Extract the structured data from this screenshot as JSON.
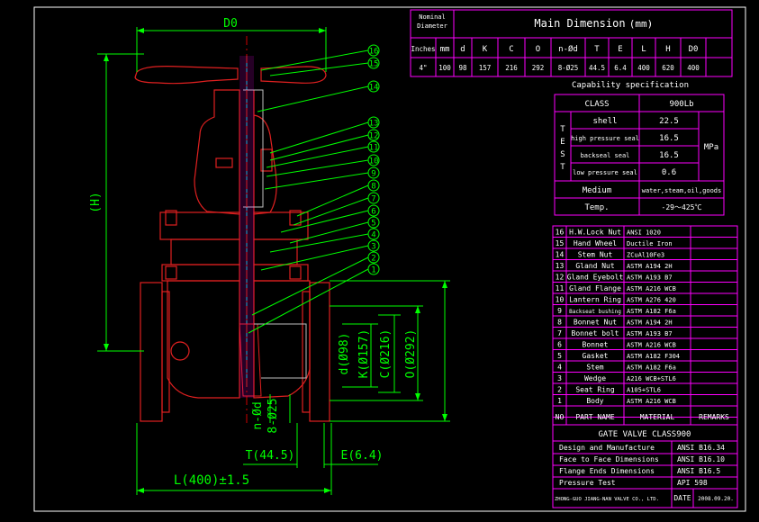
{
  "main_table": {
    "title": "Main Dimension",
    "title_unit": "(mm)",
    "nominal_line1": "Nominal",
    "nominal_line2": "Diameter",
    "headers": [
      "Inches",
      "mm",
      "d",
      "K",
      "C",
      "O",
      "n-Ød",
      "T",
      "E",
      "L",
      "H",
      "D0"
    ],
    "values": [
      "4\"",
      "100",
      "98",
      "157",
      "216",
      "292",
      "8-Ø25",
      "44.5",
      "6.4",
      "400",
      "620",
      "400"
    ]
  },
  "capability": {
    "title": "Capability specification",
    "class_label": "CLASS",
    "class_value": "900Lb",
    "test_letters": [
      "T",
      "E",
      "S",
      "T"
    ],
    "rows": [
      {
        "label": "shell",
        "value": "22.5"
      },
      {
        "label": "high pressure seal",
        "value": "16.5"
      },
      {
        "label": "backseal seal",
        "value": "16.5"
      },
      {
        "label": "low pressure seal",
        "value": "0.6"
      }
    ],
    "unit": "MPa",
    "medium_label": "Medium",
    "medium_value": "water,steam,oil,goods",
    "temp_label": "Temp.",
    "temp_value": "-29～425℃"
  },
  "parts": {
    "rows": [
      {
        "no": "16",
        "name": "H.W.Lock Nut",
        "material": "ANSI 1020"
      },
      {
        "no": "15",
        "name": "Hand Wheel",
        "material": "Ductile Iron"
      },
      {
        "no": "14",
        "name": "Stem Nut",
        "material": "ZCuAl10Fe3"
      },
      {
        "no": "13",
        "name": "Gland Nut",
        "material": "ASTM A194 2H"
      },
      {
        "no": "12",
        "name": "Gland Eyebolt",
        "material": "ASTM A193 B7"
      },
      {
        "no": "11",
        "name": "Gland Flange",
        "material": "ASTM A216 WCB"
      },
      {
        "no": "10",
        "name": "Lantern Ring",
        "material": "ASTM A276 420"
      },
      {
        "no": "9",
        "name": "Backseat bushing",
        "material": "ASTM A182 F6a"
      },
      {
        "no": "8",
        "name": "Bonnet Nut",
        "material": "ASTM A194 2H"
      },
      {
        "no": "7",
        "name": "Bonnet bolt",
        "material": "ASTM A193 B7"
      },
      {
        "no": "6",
        "name": "Bonnet",
        "material": "ASTM A216 WCB"
      },
      {
        "no": "5",
        "name": "Gasket",
        "material": "ASTM A182 F304"
      },
      {
        "no": "4",
        "name": "Stem",
        "material": "ASTM A182 F6a"
      },
      {
        "no": "3",
        "name": "Wedge",
        "material": "A216 WCB+STL6"
      },
      {
        "no": "2",
        "name": "Seat Ring",
        "material": "A105+STL6"
      },
      {
        "no": "1",
        "name": "Body",
        "material": "ASTM A216 WCB"
      }
    ],
    "header": {
      "no": "NO",
      "name": "PART NAME",
      "material": "MATERIAL",
      "remarks": "REMARKS"
    }
  },
  "title_block": {
    "title": "GATE VALVE CLASS900",
    "rows": [
      {
        "label": "Design and Manufacture",
        "value": "ANSI B16.34"
      },
      {
        "label": "Face to Face Dimensions",
        "value": "ANSI B16.10"
      },
      {
        "label": "Flange Ends Dimensions",
        "value": "ANSI B16.5"
      },
      {
        "label": "Pressure Test",
        "value": "API 598"
      }
    ],
    "company": "ZHONG-GUO JIANG-NAN VALVE CO., LTD.",
    "date_label": "DATE",
    "date_value": "2008.09.20."
  },
  "dimensions": {
    "D0": "D0",
    "H": "(H)",
    "L": "L(400)±1.5",
    "T": "T(44.5)",
    "E": "E(6.4)",
    "d": "d(Ø98)",
    "K": "K(Ø157)",
    "C": "C(Ø216)",
    "O": "O(Ø292)",
    "nd1": "n-Ød",
    "nd2": "8-Ø25"
  },
  "balloons": [
    "16",
    "15",
    "14",
    "13",
    "12",
    "11",
    "10",
    "9",
    "8",
    "7",
    "6",
    "5",
    "4",
    "3",
    "2",
    "1"
  ],
  "colors": {
    "background": "#000000",
    "table_border": "#ff00ff",
    "text": "#ffffff",
    "dimension": "#00ff00",
    "outline": "#ff0000",
    "frame": "#ffffff"
  }
}
